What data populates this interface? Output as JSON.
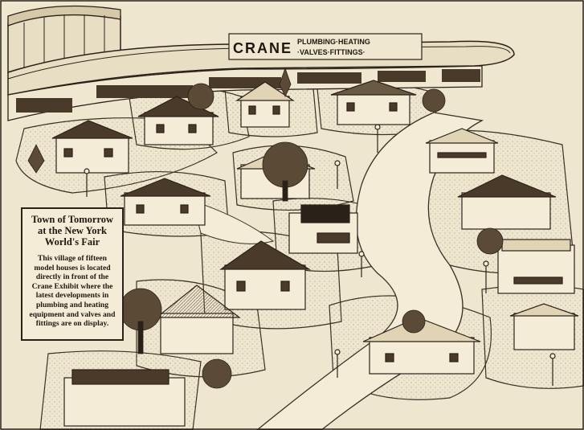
{
  "exhibit_sign": {
    "brand": "CRANE",
    "line1": "PLUMBING·HEATING",
    "line2": "·VALVES·FITTINGS·"
  },
  "caption": {
    "title_line1": "Town of Tomorrow",
    "title_line2": "at the New York",
    "title_line3": "World's Fair",
    "body": "This village of fifteen model houses is located directly in front of the Crane Exhibit where the latest developments in plumbing and heating equipment and valves and fittings are on display."
  },
  "palette": {
    "paper": "#efe6cf",
    "ink": "#2a2218",
    "roof": "#4a3a2a",
    "lawn": "#e2d8bc"
  }
}
